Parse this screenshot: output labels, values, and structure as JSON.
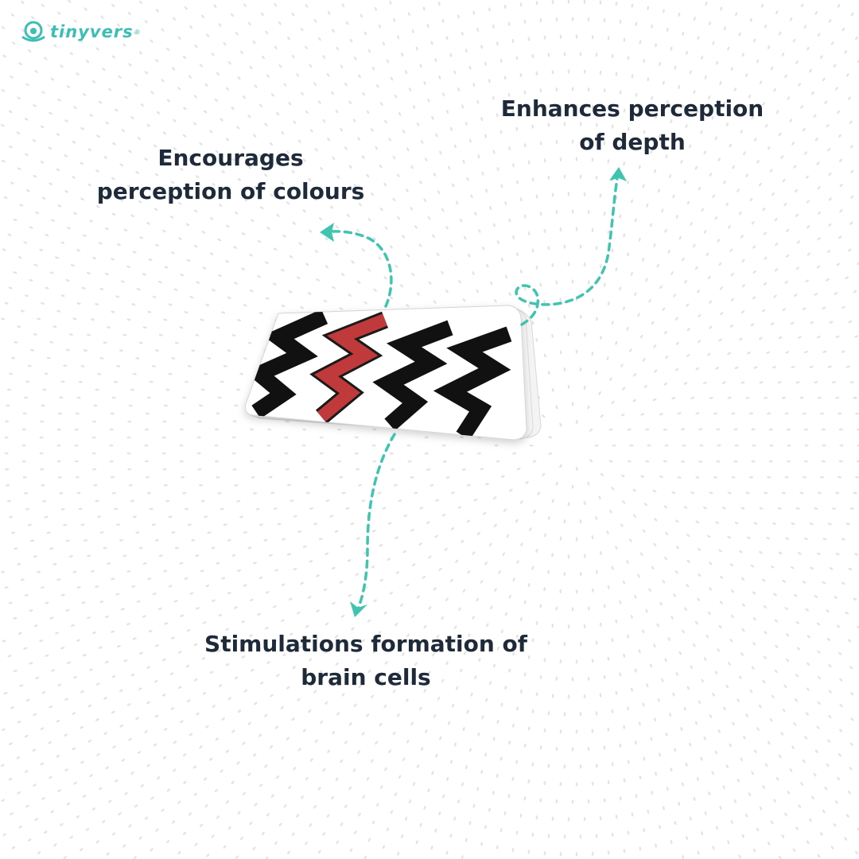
{
  "brand": {
    "name": "tinyvers",
    "registered_mark": "®",
    "icon": "tinyvers-logo-icon",
    "color": "#3bbfb4"
  },
  "labels": {
    "depth": [
      "Enhances perception",
      "of depth"
    ],
    "colours": [
      "Encourages",
      "perception of colours"
    ],
    "brain": [
      "Stimulations formation of",
      "brain cells"
    ]
  },
  "colors": {
    "text": "#1e2a3a",
    "arrow": "#3fc4b0",
    "zigzag_black": "#111111",
    "zigzag_red": "#c0393b",
    "card": "#ffffff",
    "dots": "#e4e4e4"
  },
  "icons": [
    "arrow-to-depth-label",
    "arrow-to-colours-label",
    "arrow-to-brain-label",
    "zigzag-flash-cards"
  ]
}
